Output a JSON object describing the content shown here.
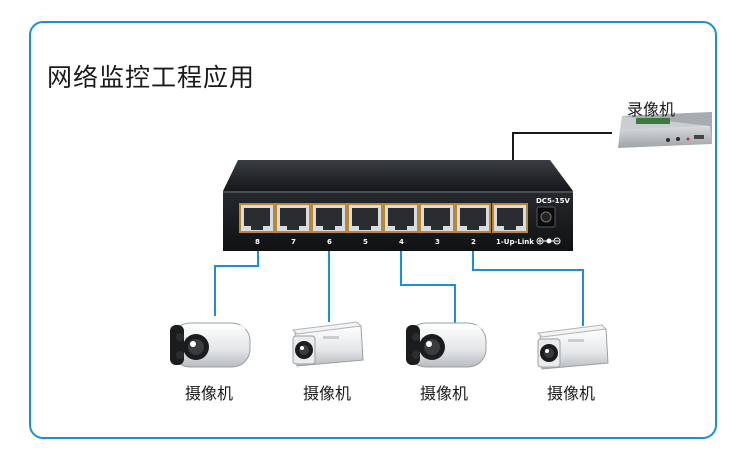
{
  "title": "网络监控工程应用",
  "recorder_label": "录像机",
  "switch": {
    "port_numbers": [
      "8",
      "7",
      "6",
      "5",
      "4",
      "3",
      "2",
      "1-Up-Link"
    ],
    "power_label": "DC5-15V"
  },
  "cameras": [
    {
      "label": "摄像机",
      "type": "bullet-large"
    },
    {
      "label": "摄像机",
      "type": "bullet-small"
    },
    {
      "label": "摄像机",
      "type": "bullet-large"
    },
    {
      "label": "摄像机",
      "type": "bullet-small"
    }
  ],
  "colors": {
    "frame": "#1c8fd6",
    "camera_cable": "#1c8fd6",
    "uplink_cable": "#1a1a1a",
    "switch_body": "#1f2124"
  }
}
